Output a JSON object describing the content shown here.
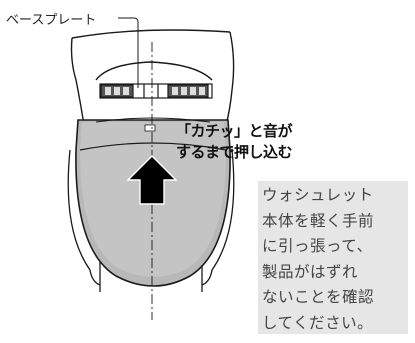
{
  "labels": {
    "base_plate": "ベースプレート",
    "callout_line1": "「カチッ」と音が",
    "callout_line2": "するまで押し込む"
  },
  "note": {
    "lines": [
      "ウォシュレット",
      "本体を軽く手前",
      "に引っ張って、",
      "製品がはずれ",
      "ないことを確認",
      "してください。"
    ]
  },
  "colors": {
    "lid_fill": "#b8b8b8",
    "lid_front": "#a8a8a8",
    "outline": "#1a1a1a",
    "note_bg": "#e6e6e6",
    "arrow": "#000000"
  },
  "icons": {
    "push_arrow": "arrow-up-icon"
  }
}
